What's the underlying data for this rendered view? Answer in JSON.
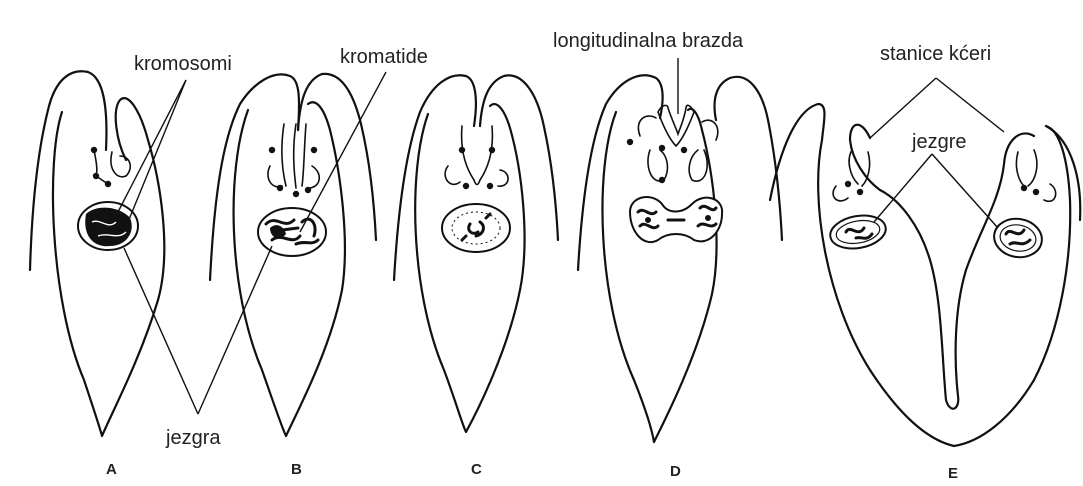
{
  "labels": {
    "kromosomi": "kromosomi",
    "kromatide": "kromatide",
    "jezgra": "jezgra",
    "longitudinalna_brazda": "longitudinalna brazda",
    "stanice_kceri": "stanice kćeri",
    "jezgre": "jezgre"
  },
  "panels": [
    "A",
    "B",
    "C",
    "D",
    "E"
  ],
  "colors": {
    "line": "#111111",
    "text": "#222222",
    "background": "#ffffff"
  }
}
